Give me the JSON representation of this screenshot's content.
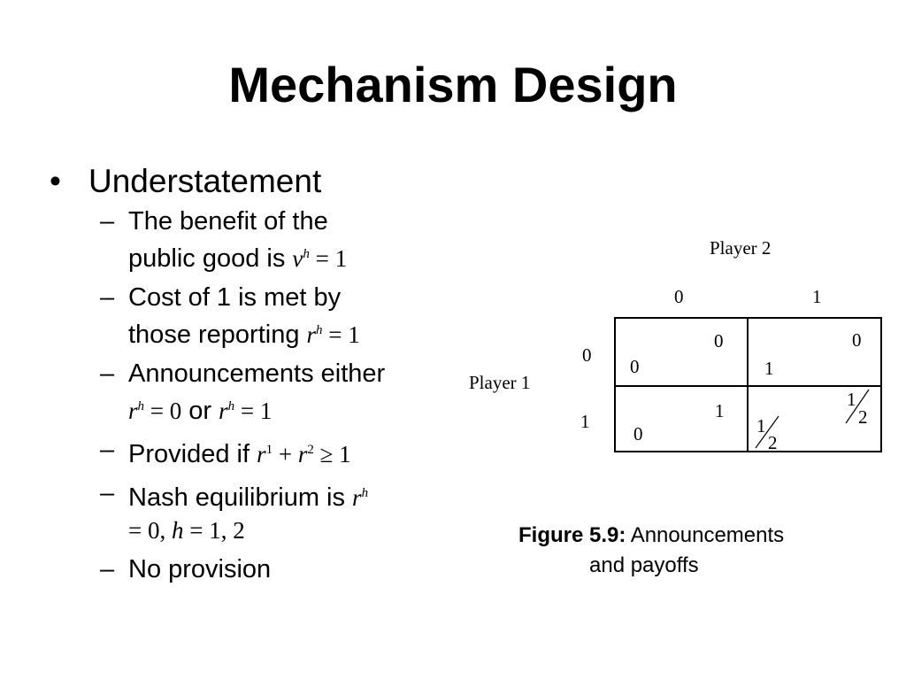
{
  "title": "Mechanism Design",
  "bullet": {
    "marker": "•",
    "label": "Understatement",
    "sub_marker": "–",
    "items": [
      {
        "line1": "The benefit of the",
        "line2_text": "public good is ",
        "var": "v",
        "sup": "h",
        "rest": " = 1"
      },
      {
        "line1": "Cost of 1 is met by",
        "line2_text": "those reporting ",
        "var": "r",
        "sup": "h",
        "rest": " = 1"
      },
      {
        "line1": "Announcements either",
        "var_a": "r",
        "sup_a": "h",
        "mid_a": " = 0",
        "or": " or ",
        "var_b": "r",
        "sup_b": "h",
        "mid_b": " = 1"
      },
      {
        "text": "Provided if ",
        "var_a": "r",
        "sup_a": "1",
        "plus": " + ",
        "var_b": "r",
        "sup_b": "2",
        "rest": " ≥ 1"
      },
      {
        "text": "Nash equilibrium is ",
        "var": "r",
        "sup": "h",
        "line2_a": "= 0, ",
        "h": "h",
        "line2_b": " = 1, 2"
      },
      {
        "text": "No provision"
      }
    ]
  },
  "game": {
    "player2": "Player 2",
    "player1": "Player 1",
    "col_labels": [
      "0",
      "1"
    ],
    "row_labels": [
      "0",
      "1"
    ],
    "cells": {
      "r0c0": {
        "p1": "0",
        "p2": "0"
      },
      "r0c1": {
        "p1": "1",
        "p2": "0"
      },
      "r1c0": {
        "p1": "0",
        "p2": "1"
      },
      "r1c1": {
        "p1_num": "1",
        "p1_den": "2",
        "p2_num": "1",
        "p2_den": "2"
      }
    }
  },
  "caption": {
    "label": "Figure 5.9:",
    "text_line1": "Announcements",
    "text_line2": "and payoffs"
  }
}
